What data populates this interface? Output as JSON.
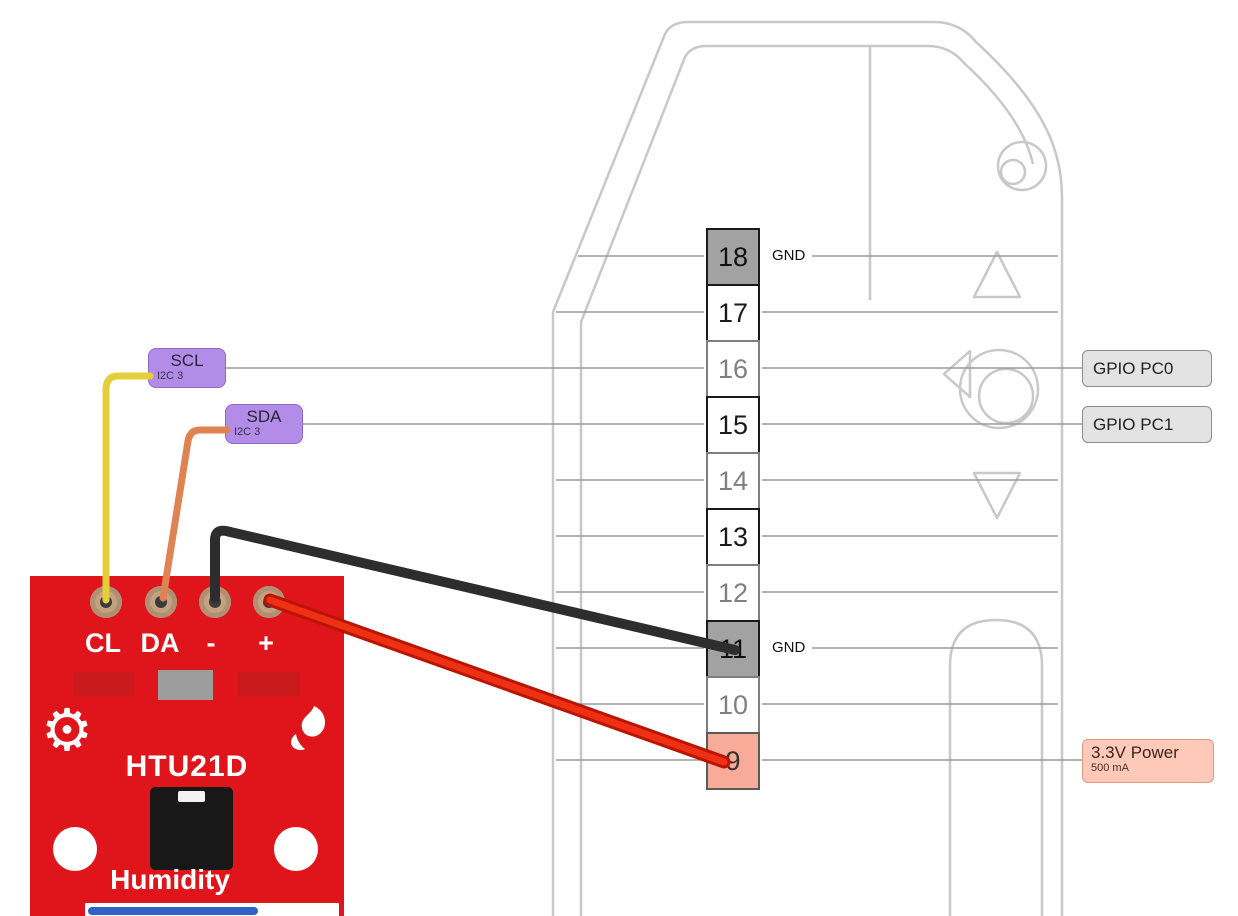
{
  "pins": [
    {
      "number": "18",
      "type": "gnd",
      "side_label": "GND"
    },
    {
      "number": "17",
      "type": "dark"
    },
    {
      "number": "16",
      "type": "muted",
      "right_label": "GPIO PC0"
    },
    {
      "number": "15",
      "type": "dark",
      "right_label": "GPIO PC1"
    },
    {
      "number": "14",
      "type": "muted"
    },
    {
      "number": "13",
      "type": "dark"
    },
    {
      "number": "12",
      "type": "muted"
    },
    {
      "number": "11",
      "type": "gnd",
      "side_label": "GND"
    },
    {
      "number": "10",
      "type": "muted"
    },
    {
      "number": "9",
      "type": "power",
      "right_label": "3.3V Power"
    }
  ],
  "callouts": {
    "scl": {
      "title": "SCL",
      "subtitle": "I2C 3"
    },
    "sda": {
      "title": "SDA",
      "subtitle": "I2C 3"
    },
    "gpio_pc0": {
      "label": "GPIO PC0"
    },
    "gpio_pc1": {
      "label": "GPIO PC1"
    },
    "power": {
      "title": "3.3V Power",
      "subtitle": "500 mA"
    }
  },
  "sensor_board": {
    "pin_labels": [
      "CL",
      "DA",
      "-",
      "+"
    ],
    "chip_name": "HTU21D",
    "board_label": "Humidity"
  },
  "colors": {
    "wire_yellow": "#e4cf3a",
    "wire_orange": "#e08352",
    "wire_black": "#2d2d2d",
    "wire_red": "#f03014",
    "wire_red_dark": "#b81505",
    "board_red": "#e0151b",
    "label_purple": "#b28ce6",
    "gnd_gray": "#a2a2a2",
    "power_salmon": "#f9ab99"
  }
}
